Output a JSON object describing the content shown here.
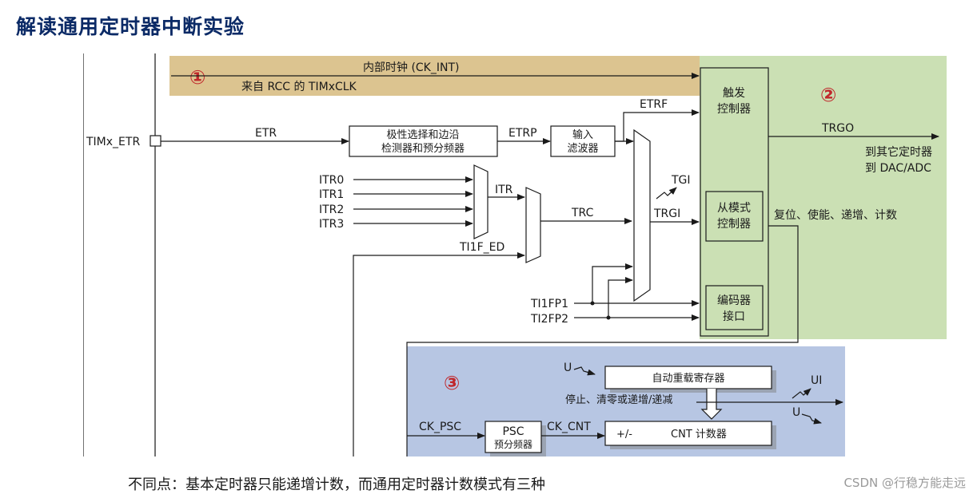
{
  "title": "解读通用定时器中断实验",
  "footer_note": "不同点：基本定时器只能递增计数，而通用定时器计数模式有三种",
  "watermark": "CSDN @行稳方能走远",
  "colors": {
    "title": "#0b2a66",
    "region1": "#dcc490",
    "region2": "#cbe0b4",
    "region3": "#b7c6e3",
    "marker": "#c0282c"
  },
  "markers": {
    "m1": "①",
    "m2": "②",
    "m3": "③"
  },
  "labels": {
    "ck_int": "内部时钟 (CK_INT)",
    "rcc": "来自 RCC 的 TIMxCLK",
    "timx_etr": "TIMx_ETR",
    "etr": "ETR",
    "edge_l1": "极性选择和边沿",
    "edge_l2": "检测器和预分频器",
    "etrp": "ETRP",
    "filter_l1": "输入",
    "filter_l2": "滤波器",
    "etrf": "ETRF",
    "itr0": "ITR0",
    "itr1": "ITR1",
    "itr2": "ITR2",
    "itr3": "ITR3",
    "itr": "ITR",
    "trc": "TRC",
    "trgi": "TRGI",
    "tgi": "TGI",
    "ti1f_ed": "TI1F_ED",
    "ti1fp1": "TI1FP1",
    "ti2fp2": "TI2FP2",
    "trig_l1": "触发",
    "trig_l2": "控制器",
    "slave_l1": "从模式",
    "slave_l2": "控制器",
    "enc_l1": "编码器",
    "enc_l2": "接口",
    "trgo": "TRGO",
    "to_timers": "到其它定时器",
    "to_dac": "到 DAC/ADC",
    "reset_enable": "复位、使能、递增、计数",
    "u1": "U",
    "arr": "自动重载寄存器",
    "stop_clear": "停止、清零或递增/递减",
    "ui": "UI",
    "u2": "U",
    "ck_psc": "CK_PSC",
    "psc": "PSC",
    "psc_sub": "预分频器",
    "ck_cnt": "CK_CNT",
    "pm": "+/-",
    "cnt": "CNT 计数器"
  }
}
